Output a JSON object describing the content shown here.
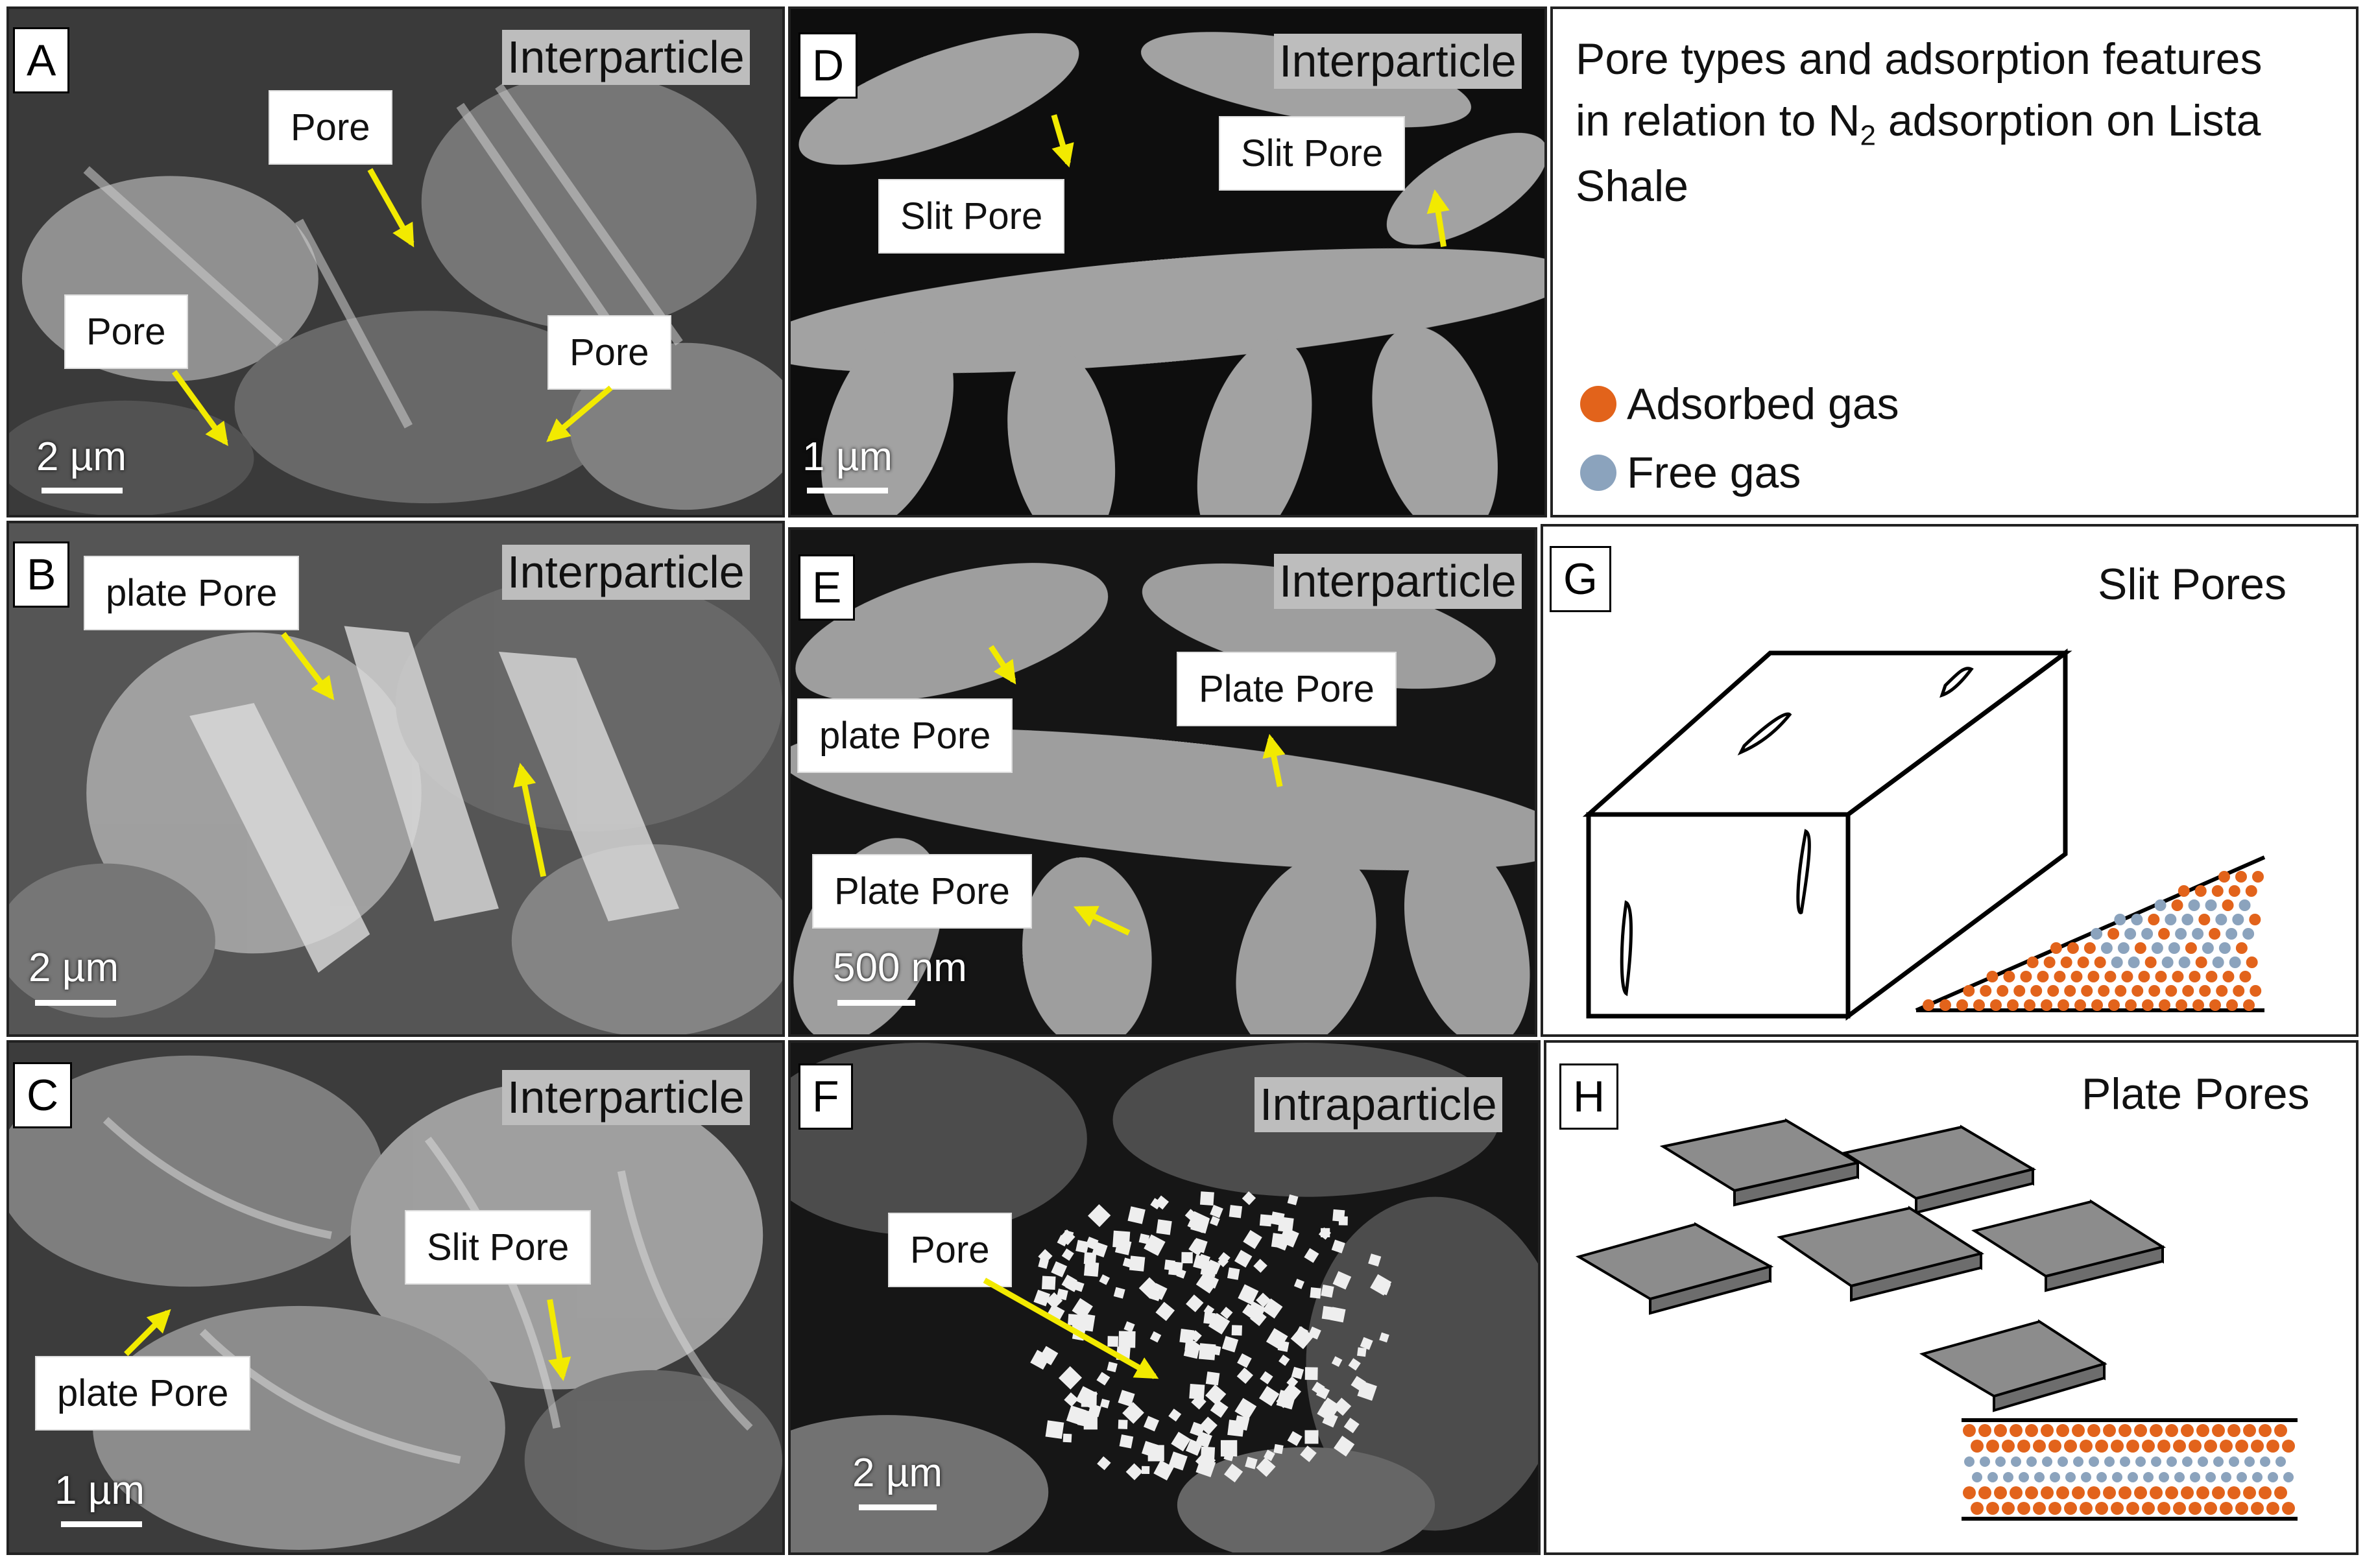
{
  "colors": {
    "arrow": "#f2ea00",
    "adsorbed": "#e2631b",
    "free": "#8ba3bd"
  },
  "panels": {
    "A": {
      "letter": "A",
      "tag": "Interparticle",
      "scale": "2 µm",
      "labels": [
        "Pore",
        "Pore",
        "Pore"
      ]
    },
    "B": {
      "letter": "B",
      "tag": "Interparticle",
      "scale": "2 µm",
      "labels": [
        "plate Pore"
      ]
    },
    "C": {
      "letter": "C",
      "tag": "Interparticle",
      "scale": "1 µm",
      "labels": [
        "plate Pore",
        "Slit Pore"
      ]
    },
    "D": {
      "letter": "D",
      "tag": "Interparticle",
      "scale": "1 µm",
      "labels": [
        "Slit Pore",
        "Slit Pore"
      ]
    },
    "E": {
      "letter": "E",
      "tag": "Interparticle",
      "scale": "500 nm",
      "labels": [
        "plate Pore",
        "Plate Pore",
        "Plate Pore"
      ]
    },
    "F": {
      "letter": "F",
      "tag": "Intraparticle",
      "scale": "2 µm",
      "labels": [
        "Pore"
      ]
    }
  },
  "legend": {
    "title_line1": "Pore types and adsorption features",
    "title_line2_pre": "in relation to N",
    "title_sub": "2",
    "title_line2_post": " adsorption on Lista",
    "title_line3": "Shale",
    "adsorbed_label": "Adsorbed gas",
    "free_label": "Free gas"
  },
  "schematic_g": {
    "letter": "G",
    "title": "Slit Pores"
  },
  "schematic_h": {
    "letter": "H",
    "title": "Plate Pores"
  }
}
